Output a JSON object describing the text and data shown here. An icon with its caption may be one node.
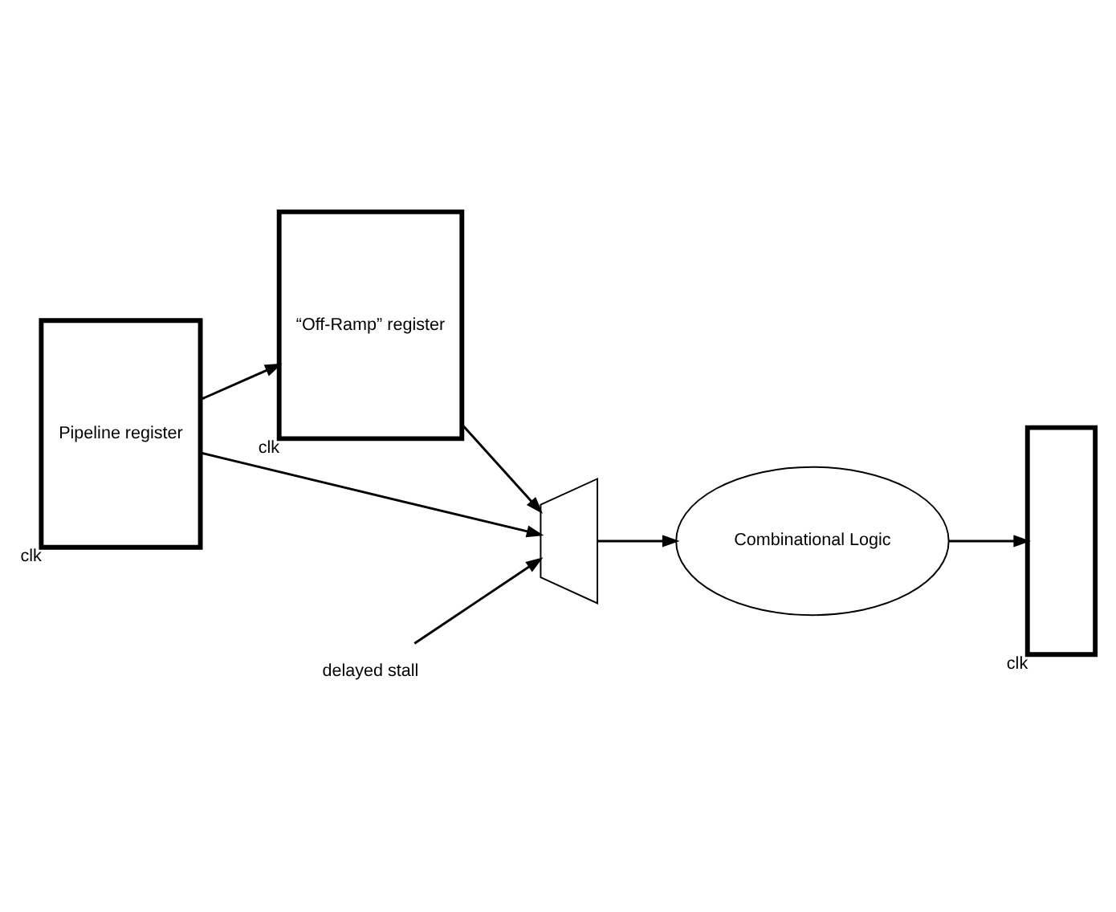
{
  "diagram": {
    "nodes": [
      {
        "text": [
          "Pipeline register"
        ],
        "beside": [
          "clk"
        ]
      },
      {
        "text": [
          "“Off-Ramp” register"
        ],
        "beside": [
          "clk"
        ]
      },
      {
        "text": [],
        "shape": "trapezoid"
      },
      {
        "text": [
          "Combinational Logic"
        ]
      },
      {
        "text": [],
        "shape": "box",
        "beside": [
          "clk"
        ]
      },
      {
        "text": [
          "delayed stall"
        ]
      }
    ],
    "edges": [
      {
        "from": 0,
        "to": 2,
        "arrow": "to"
      },
      {
        "from": 0,
        "to": 1,
        "arrow": "to"
      },
      {
        "from": 1,
        "to": 2,
        "arrow": "to"
      },
      {
        "from": 5,
        "to": 2,
        "arrow": "to"
      },
      {
        "from": 2,
        "to": 3,
        "arrow": "to"
      },
      {
        "from": 3,
        "to": 4,
        "arrow": "to"
      }
    ]
  }
}
